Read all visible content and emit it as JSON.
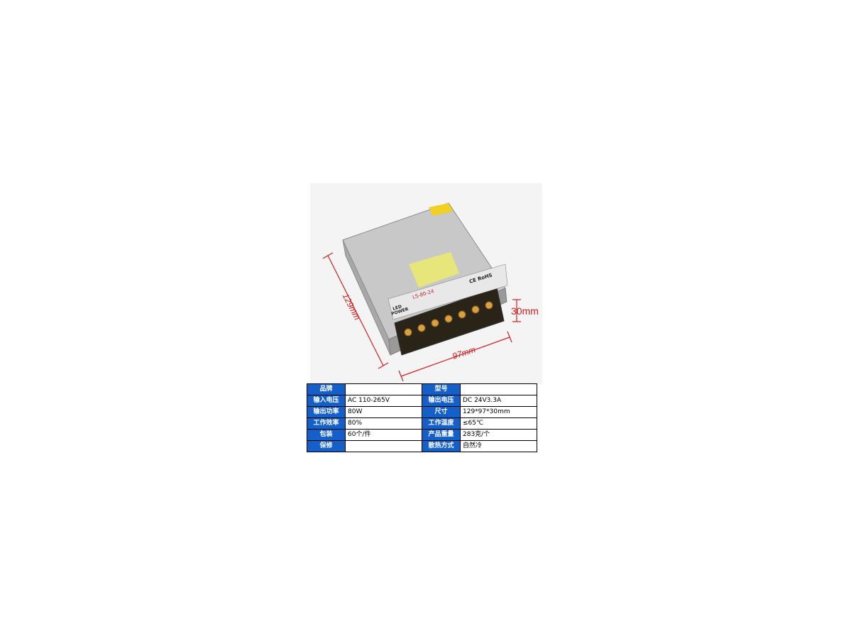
{
  "product_photo": {
    "dimensions": {
      "length": "129mm",
      "width": "97mm",
      "height": "30mm"
    },
    "device_label": {
      "brand_line1": "LED",
      "brand_line2": "POWER",
      "model": "LS-80-24",
      "certification": "CE RoHS"
    },
    "colors": {
      "dimension_lines": "#cc2020",
      "case": "#b8b8b8",
      "terminal_block": "#c89838"
    }
  },
  "spec_table": {
    "rows": [
      {
        "key1": "品牌",
        "val1": "",
        "key2": "型号",
        "val2": ""
      },
      {
        "key1": "输入电压",
        "val1": "AC 110-265V",
        "key2": "输出电压",
        "val2": "DC 24V3.3A"
      },
      {
        "key1": "输出功率",
        "val1": "80W",
        "key2": "尺寸",
        "val2": "129*97*30mm"
      },
      {
        "key1": "工作效率",
        "val1": "80%",
        "key2": "工作温度",
        "val2": "≤65℃"
      },
      {
        "key1": "包装",
        "val1": "60个/件",
        "key2": "产品重量",
        "val2": "283克/个"
      },
      {
        "key1": "保修",
        "val1": "",
        "key2": "散热方式",
        "val2": "自然冷"
      }
    ],
    "colors": {
      "key_background": "#1560c8",
      "key_text": "#ffffff",
      "border": "#000000"
    }
  }
}
